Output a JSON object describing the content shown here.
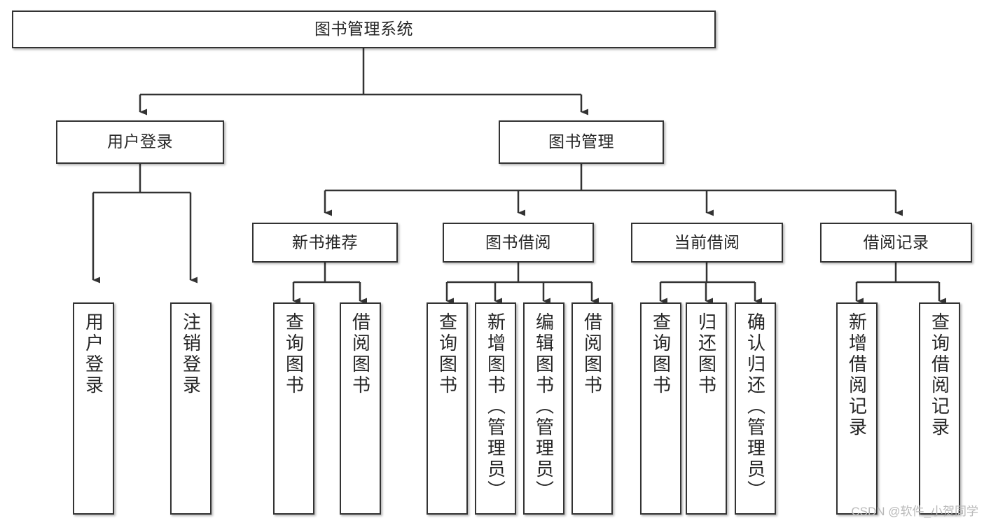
{
  "diagram": {
    "title": "图书管理系统",
    "type": "tree-hierarchy-chart",
    "colors": {
      "box_border": "#333333",
      "box_fill": "#ffffff",
      "edge": "#333333",
      "text": "#262626",
      "watermark": "#b9b9b9",
      "background": "#ffffff"
    },
    "root": {
      "id": "root",
      "label": "图书管理系统",
      "orientation": "horizontal"
    },
    "level2": [
      {
        "id": "user-login",
        "label": "用户登录",
        "orientation": "horizontal"
      },
      {
        "id": "book-manage",
        "label": "图书管理",
        "orientation": "horizontal"
      }
    ],
    "level3": [
      {
        "id": "new-book-recommend",
        "label": "新书推荐",
        "orientation": "horizontal"
      },
      {
        "id": "book-borrow",
        "label": "图书借阅",
        "orientation": "horizontal"
      },
      {
        "id": "current-borrow",
        "label": "当前借阅",
        "orientation": "horizontal"
      },
      {
        "id": "borrow-record",
        "label": "借阅记录",
        "orientation": "horizontal"
      }
    ],
    "leaves": {
      "user_login": [
        {
          "id": "leaf-user-login",
          "label": "用户登录",
          "orientation": "vertical"
        },
        {
          "id": "leaf-logout-login",
          "label": "注销登录",
          "orientation": "vertical"
        }
      ],
      "new_book_recommend": [
        {
          "id": "leaf-query-book-1",
          "label": "查询图书",
          "orientation": "vertical"
        },
        {
          "id": "leaf-borrow-book-1",
          "label": "借阅图书",
          "orientation": "vertical"
        }
      ],
      "book_borrow": [
        {
          "id": "leaf-query-book-2",
          "label": "查询图书",
          "orientation": "vertical"
        },
        {
          "id": "leaf-add-book-admin",
          "label": "新增图书（管理员）",
          "orientation": "vertical"
        },
        {
          "id": "leaf-edit-book-admin",
          "label": "编辑图书（管理员）",
          "orientation": "vertical"
        },
        {
          "id": "leaf-borrow-book-2",
          "label": "借阅图书",
          "orientation": "vertical"
        }
      ],
      "current_borrow": [
        {
          "id": "leaf-query-book-3",
          "label": "查询图书",
          "orientation": "vertical"
        },
        {
          "id": "leaf-return-book",
          "label": "归还图书",
          "orientation": "vertical"
        },
        {
          "id": "leaf-confirm-return-admin",
          "label": "确认归还（管理员）",
          "orientation": "vertical"
        }
      ],
      "borrow_record": [
        {
          "id": "leaf-add-borrow-record",
          "label": "新增借阅记录",
          "orientation": "vertical"
        },
        {
          "id": "leaf-query-borrow-record",
          "label": "查询借阅记录",
          "orientation": "vertical"
        }
      ]
    },
    "watermark": "CSDN @软件_小贺同学"
  }
}
